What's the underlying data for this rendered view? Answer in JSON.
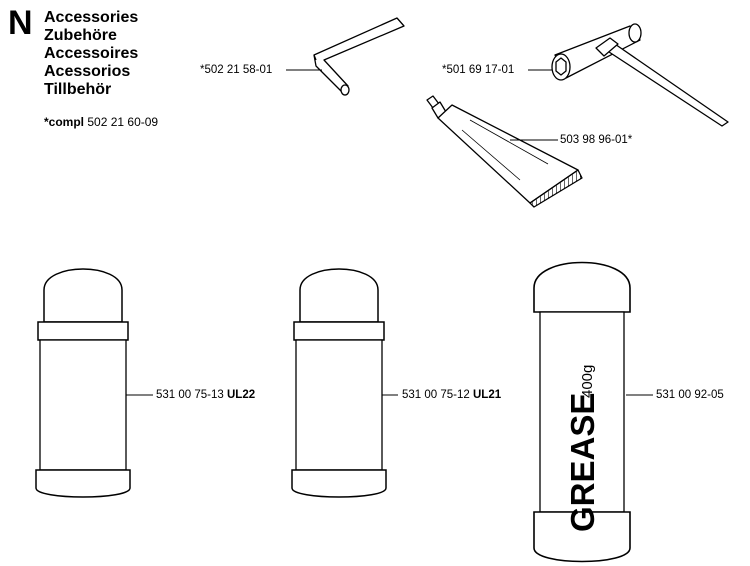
{
  "section": {
    "letter": "N",
    "titles": [
      "Accessories",
      "Zubehöre",
      "Accessoires",
      "Acessorios",
      "Tillbehör"
    ]
  },
  "complete_kit": {
    "prefix": "*compl",
    "part_number": "502 21 60-09"
  },
  "parts": [
    {
      "id": "hex-key",
      "part_number": "*502 21 58-01",
      "suffix": ""
    },
    {
      "id": "combination-wrench",
      "part_number": "*501 69 17-01",
      "suffix": ""
    },
    {
      "id": "grease-tube",
      "part_number": "503 98 96-01*",
      "suffix": ""
    },
    {
      "id": "spray-can-1",
      "part_number": "531 00 75-13",
      "suffix": "UL22"
    },
    {
      "id": "spray-can-2",
      "part_number": "531 00 75-12",
      "suffix": "UL21"
    },
    {
      "id": "grease-cartridge",
      "part_number": "531 00 92-05",
      "suffix": ""
    }
  ],
  "cartridge_text": {
    "brand": "GREASE",
    "weight": "400g"
  }
}
